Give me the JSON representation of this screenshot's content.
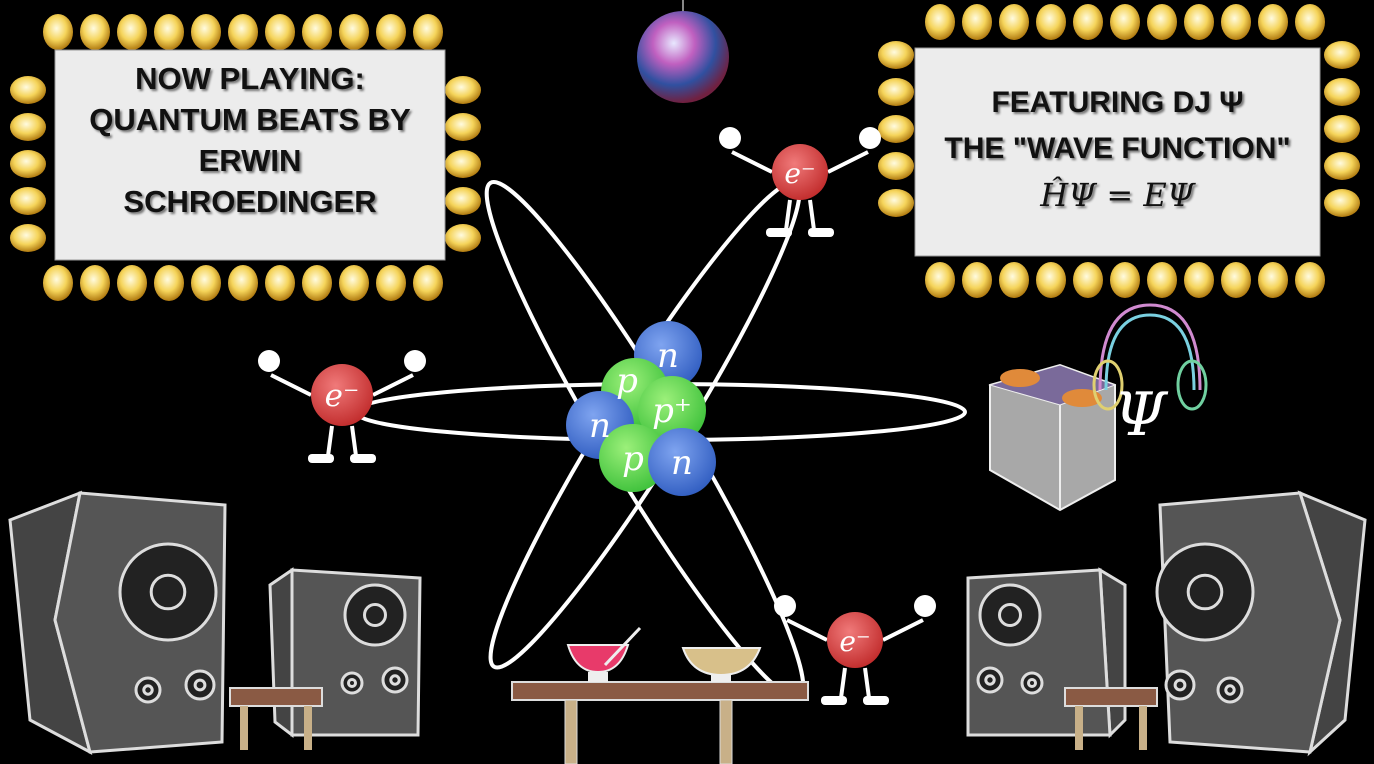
{
  "left_sign": {
    "lines": [
      "NOW PLAYING:",
      "QUANTUM BEATS BY",
      "ERWIN",
      "SCHROEDINGER"
    ]
  },
  "right_sign": {
    "line1": "FEATURING DJ  Ψ",
    "line2": "THE \"WAVE FUNCTION\"",
    "equation": "ĤΨ = EΨ"
  },
  "nucleus": [
    {
      "label": "n",
      "kind": "neutron"
    },
    {
      "label": "p",
      "kind": "proton"
    },
    {
      "label": "p⁺",
      "kind": "proton"
    },
    {
      "label": "n",
      "kind": "neutron"
    },
    {
      "label": "p",
      "kind": "proton"
    },
    {
      "label": "n",
      "kind": "neutron"
    }
  ],
  "electrons": [
    {
      "label": "e⁻"
    },
    {
      "label": "e⁻"
    },
    {
      "label": "e⁻"
    }
  ],
  "headphones_symbol": "Ψ",
  "colors": {
    "proton": "#6ee04a",
    "neutron": "#4a74d0",
    "electron": "#d84040",
    "bulb": "#f5d45a",
    "sign": "#ececec"
  }
}
